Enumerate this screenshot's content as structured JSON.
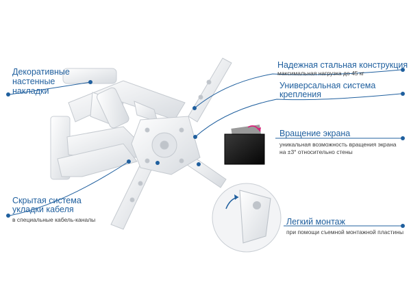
{
  "colors": {
    "accent": "#1f5f9e",
    "metal": "#eef0f2",
    "metal_shadow": "#c9ced4",
    "screen": "#111111",
    "rotate_arrow": "#d8237a"
  },
  "features": [
    {
      "id": "decorative",
      "title_lines": [
        "Декоративные",
        "настенные",
        "накладки"
      ],
      "subtitle": ""
    },
    {
      "id": "steel",
      "title_lines": [
        "Надежная стальная конструкция"
      ],
      "subtitle": "максимальная нагрузка до 45 кг"
    },
    {
      "id": "universal",
      "title_lines": [
        "Универсальная система",
        "крепления"
      ],
      "subtitle": ""
    },
    {
      "id": "rotation",
      "title_lines": [
        "Вращение экрана"
      ],
      "subtitle_lines": [
        "уникальная возможность вращения экрана",
        "на ±3° относительно стены"
      ]
    },
    {
      "id": "cable",
      "title_lines": [
        "Скрытая система",
        "укладки кабеля"
      ],
      "subtitle": "в специальные кабель-каналы"
    },
    {
      "id": "mount",
      "title_lines": [
        "Легкий монтаж"
      ],
      "subtitle": "при помощи съемной монтажной пластины"
    }
  ],
  "icons": {
    "pointer": "dot-icon",
    "rotate": "rotate-arrow-icon",
    "hinge": "curved-arrow-icon"
  }
}
